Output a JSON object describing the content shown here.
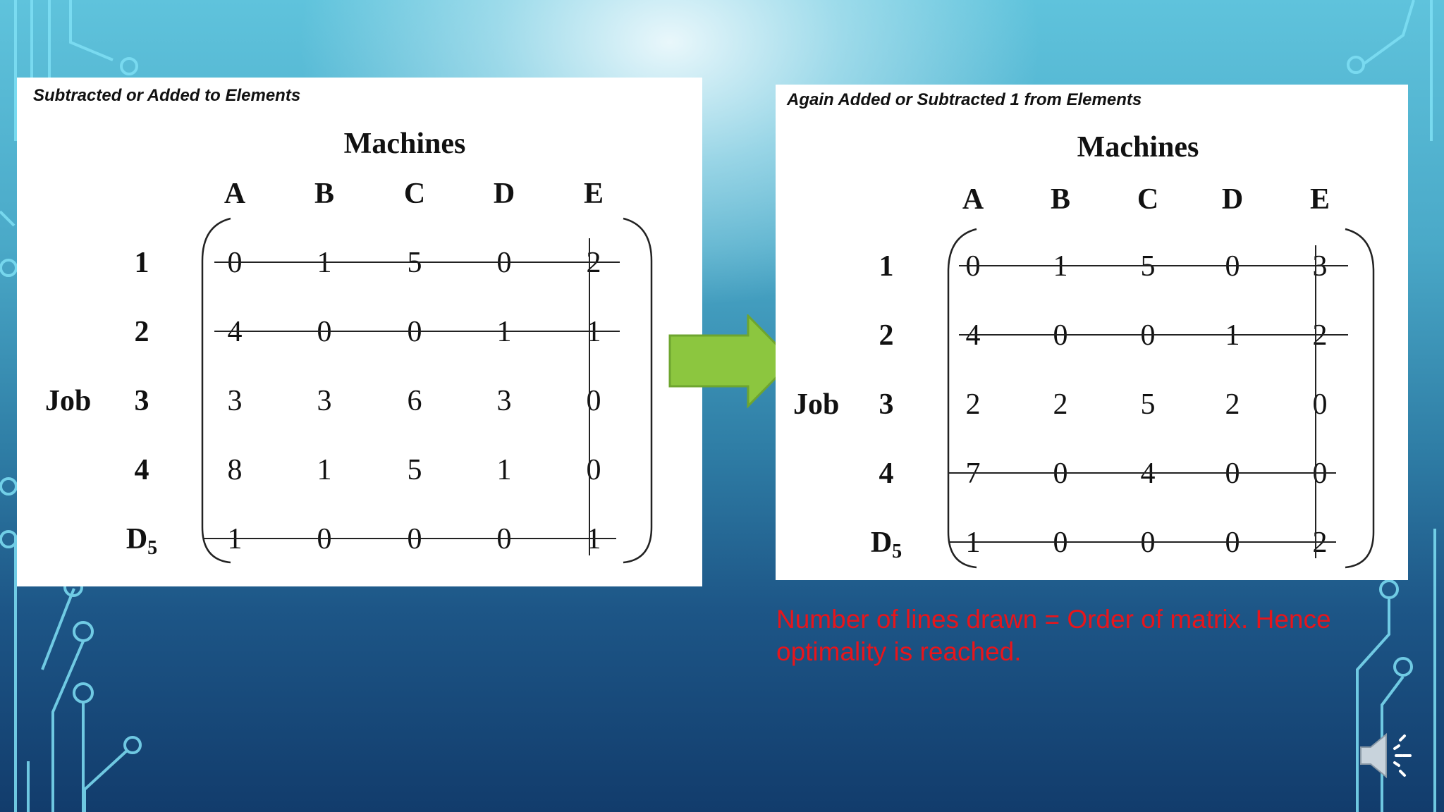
{
  "slide": {
    "left": {
      "caption": "Subtracted or Added to Elements",
      "title": "Machines",
      "row_group_label": "Job",
      "columns": [
        "A",
        "B",
        "C",
        "D",
        "E"
      ],
      "rows": [
        {
          "label": "1",
          "values": [
            "0",
            "1",
            "5",
            "0",
            "2"
          ],
          "covered": true
        },
        {
          "label": "2",
          "values": [
            "4",
            "0",
            "0",
            "1",
            "1"
          ],
          "covered": true
        },
        {
          "label": "3",
          "values": [
            "3",
            "3",
            "6",
            "3",
            "0"
          ],
          "covered": false
        },
        {
          "label": "4",
          "values": [
            "8",
            "1",
            "5",
            "1",
            "0"
          ],
          "covered": false
        },
        {
          "label": "D",
          "label_sub": "5",
          "values": [
            "1",
            "0",
            "0",
            "0",
            "1"
          ],
          "covered": true
        }
      ],
      "covered_columns": [
        "E"
      ]
    },
    "right": {
      "caption": "Again Added or Subtracted 1 from Elements",
      "title": "Machines",
      "row_group_label": "Job",
      "columns": [
        "A",
        "B",
        "C",
        "D",
        "E"
      ],
      "rows": [
        {
          "label": "1",
          "values": [
            "0",
            "1",
            "5",
            "0",
            "3"
          ],
          "covered": true
        },
        {
          "label": "2",
          "values": [
            "4",
            "0",
            "0",
            "1",
            "2"
          ],
          "covered": true
        },
        {
          "label": "3",
          "values": [
            "2",
            "2",
            "5",
            "2",
            "0"
          ],
          "covered": false
        },
        {
          "label": "4",
          "values": [
            "7",
            "0",
            "4",
            "0",
            "0"
          ],
          "covered": true
        },
        {
          "label": "D",
          "label_sub": "5",
          "values": [
            "1",
            "0",
            "0",
            "0",
            "2"
          ],
          "covered": true
        }
      ],
      "covered_columns": [
        "E"
      ]
    },
    "arrow": {
      "color": "#8cc63f",
      "outline": "#6ea52f",
      "icon": "right-arrow-icon"
    },
    "conclusion": {
      "line1": "Number of lines drawn = Order of matrix. Hence",
      "line2": "optimality is reached.",
      "color": "#e8151b"
    },
    "audio": {
      "icon": "speaker-icon"
    }
  }
}
